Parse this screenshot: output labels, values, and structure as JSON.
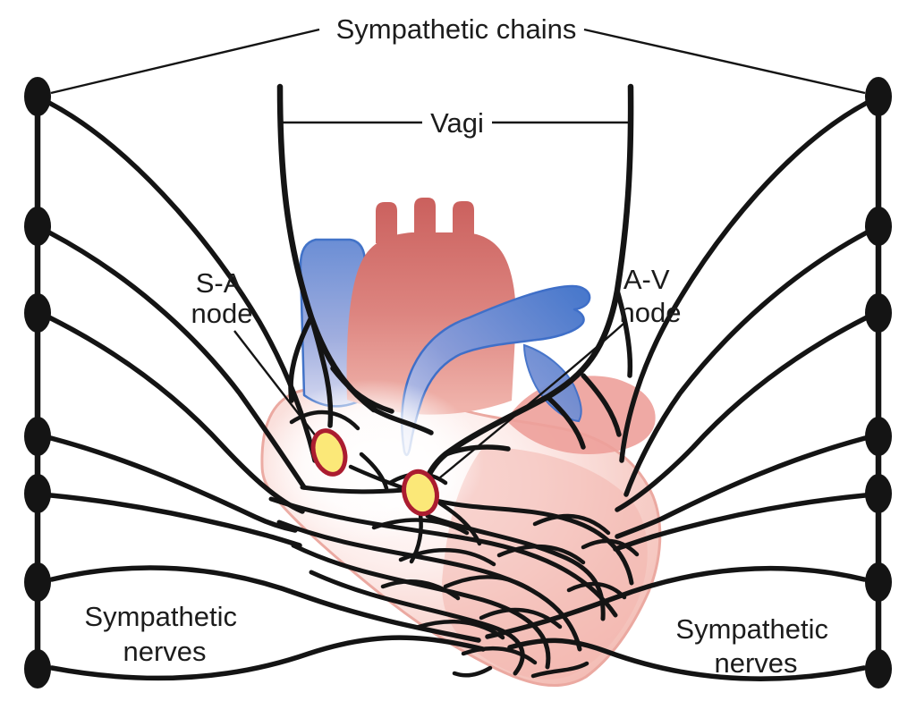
{
  "diagram": {
    "subject": "Cardiac autonomic innervation diagram",
    "labels": {
      "sympathetic_chains": "Sympathetic chains",
      "vagi": "Vagi",
      "sa_node": {
        "line1": "S-A",
        "line2": "node"
      },
      "av_node": {
        "line1": "A-V",
        "line2": "node"
      },
      "sympathetic_nerves_left": {
        "line1": "Sympathetic",
        "line2": "nerves"
      },
      "sympathetic_nerves_right": {
        "line1": "Sympathetic",
        "line2": "nerves"
      }
    },
    "structures": {
      "left_chain_ganglia_count": 7,
      "right_chain_ganglia_count": 7,
      "nodes": [
        "S-A node",
        "A-V node"
      ]
    },
    "colors": {
      "background": "#ffffff",
      "nerve_black": "#141414",
      "aorta_red_top": "#cb615e",
      "aorta_red_bottom": "#f0b3ab",
      "heart_pink_edge": "#f3bcb4",
      "heart_pink_border": "#eba9a1",
      "vessel_blue": "#4a79cc",
      "vessel_blue_light": "#dcdef3",
      "node_fill": "#fbe878",
      "node_ring": "#ab1c30",
      "text": "#1c1c1c"
    }
  }
}
